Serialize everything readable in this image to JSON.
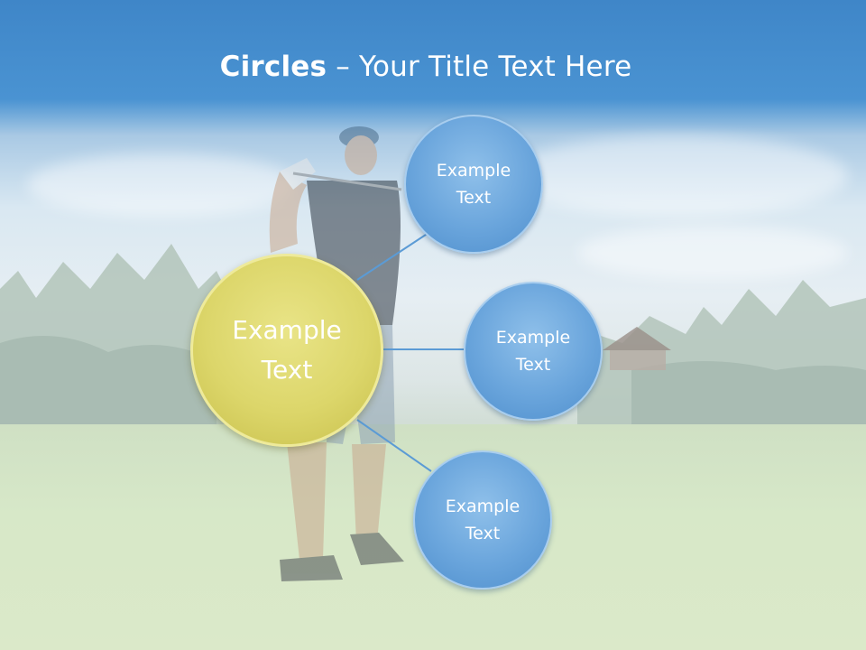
{
  "title": {
    "bold": "Circles",
    "rest": " – Your Title Text Here"
  },
  "center_circle": {
    "line1": "Example",
    "line2": "Text",
    "color": "#dcd66a"
  },
  "outer_circles": [
    {
      "line1": "Example",
      "line2": "Text"
    },
    {
      "line1": "Example",
      "line2": "Text"
    },
    {
      "line1": "Example",
      "line2": "Text"
    }
  ],
  "colors": {
    "header_blue": "#3f86c8",
    "circle_blue": "#6aa5dc",
    "connector": "#5b9bd5"
  },
  "background_image": "golfer-on-course"
}
